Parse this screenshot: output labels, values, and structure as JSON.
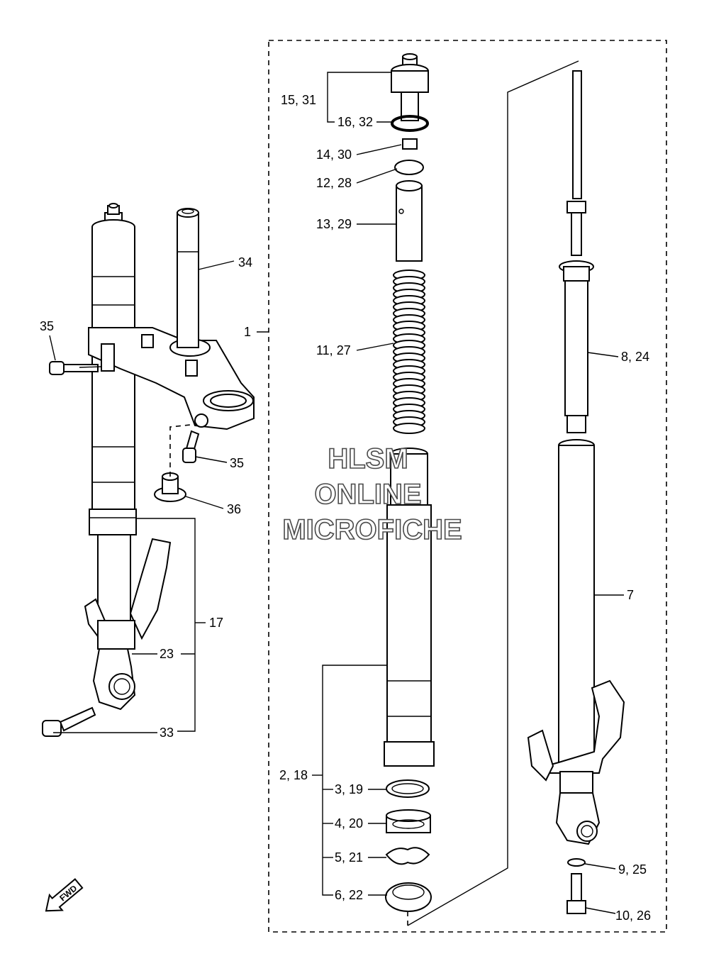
{
  "labels": {
    "l1": "1",
    "l2_18": "2, 18",
    "l3_19": "3, 19",
    "l4_20": "4, 20",
    "l5_21": "5, 21",
    "l6_22": "6, 22",
    "l7": "7",
    "l8_24": "8, 24",
    "l9_25": "9, 25",
    "l10_26": "10, 26",
    "l11_27": "11, 27",
    "l12_28": "12, 28",
    "l13_29": "13, 29",
    "l14_30": "14, 30",
    "l15_31": "15, 31",
    "l16_32": "16, 32",
    "l17": "17",
    "l23": "23",
    "l33": "33",
    "l34": "34",
    "l35a": "35",
    "l35b": "35",
    "l36": "36"
  },
  "watermark": {
    "line1": "HLSM",
    "line2": "ONLINE",
    "line3": "MICROFICHE"
  },
  "fwd_arrow": {
    "label": "FWD",
    "icon": "forward-arrow-icon"
  }
}
